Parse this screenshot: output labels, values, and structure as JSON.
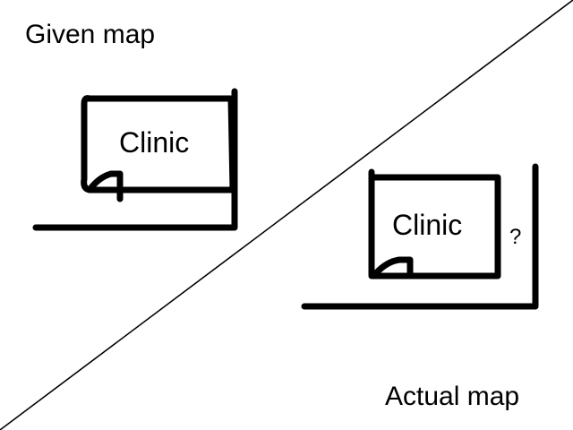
{
  "given": {
    "title": "Given map",
    "building_label": "Clinic"
  },
  "actual": {
    "title": "Actual map",
    "building_label": "Clinic",
    "unknown_marker": "?"
  },
  "colors": {
    "ink": "#000000",
    "background": "#ffffff"
  }
}
